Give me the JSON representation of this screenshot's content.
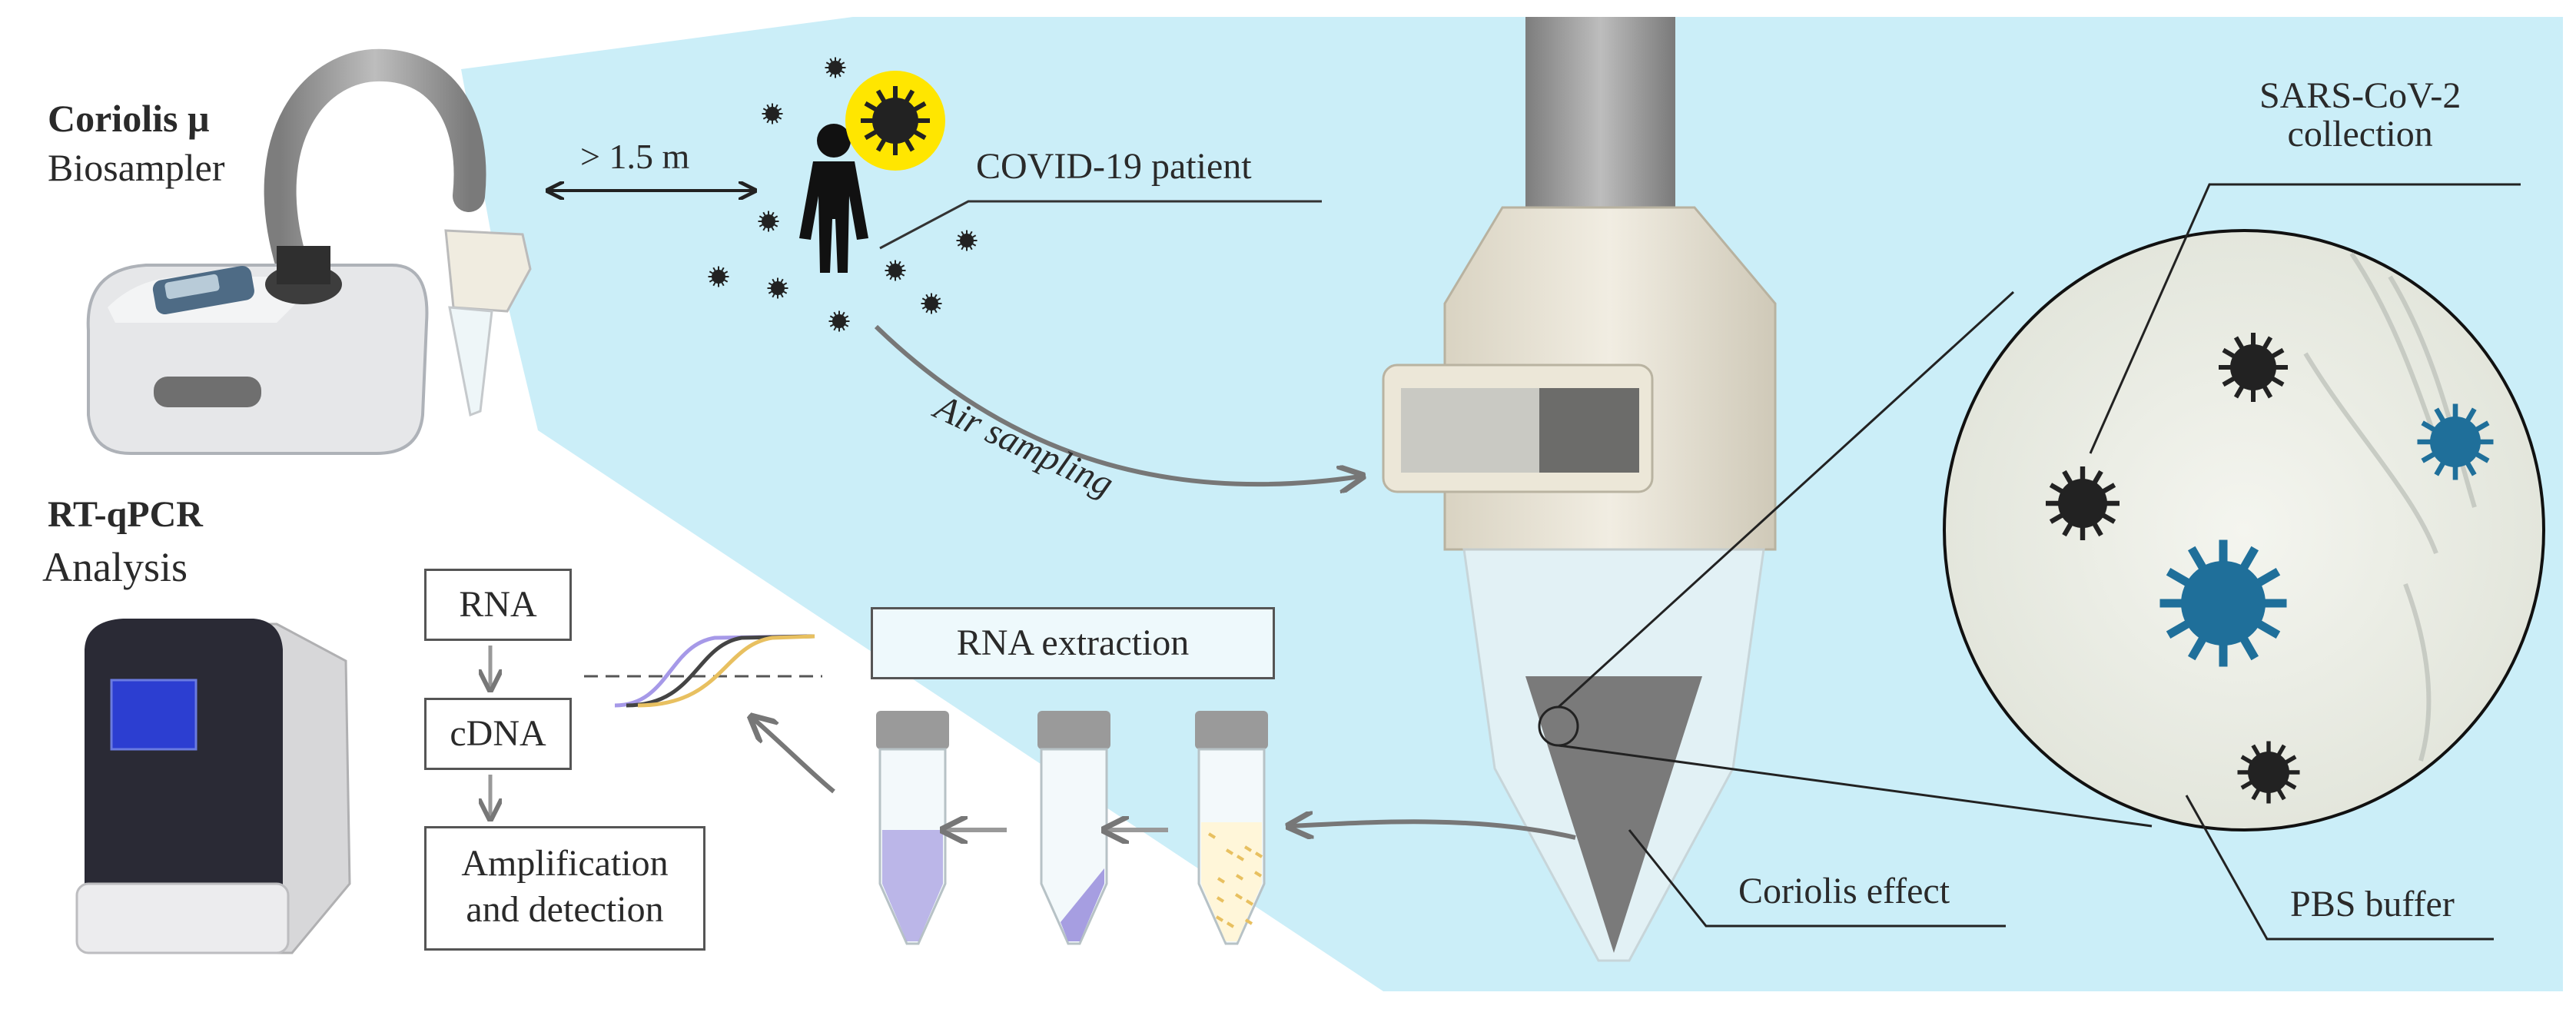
{
  "labels": {
    "sampler_title": "Coriolis µ",
    "sampler_sub": "Biosampler",
    "distance": "> 1.5 m",
    "patient": "COVID-19 patient",
    "air_sampling": "Air sampling",
    "sars_line1": "SARS-CoV-2",
    "sars_line2": "collection",
    "qpcr_title": "RT-qPCR",
    "qpcr_sub": "Analysis",
    "rna": "RNA",
    "cdna": "cDNA",
    "amp_line1": "Amplification",
    "amp_line2": "and detection",
    "rna_extraction": "RNA extraction",
    "coriolis_effect": "Coriolis effect",
    "pbs_buffer": "PBS buffer"
  },
  "colors": {
    "background_panel": "#cbeef8",
    "virus_dark": "#222222",
    "virus_blue": "#1f6f9a",
    "sun_yellow": "#ffe600",
    "arrow_gray": "#777777",
    "purple": "#8c7fd8",
    "curve_purple": "#a699e8",
    "curve_dark": "#444444",
    "curve_gold": "#e8c060"
  },
  "icons": [
    "biosampler-device",
    "person-icon",
    "virus-icon",
    "collection-cone",
    "petri-magnifier",
    "qpcr-machine",
    "sample-tube"
  ]
}
